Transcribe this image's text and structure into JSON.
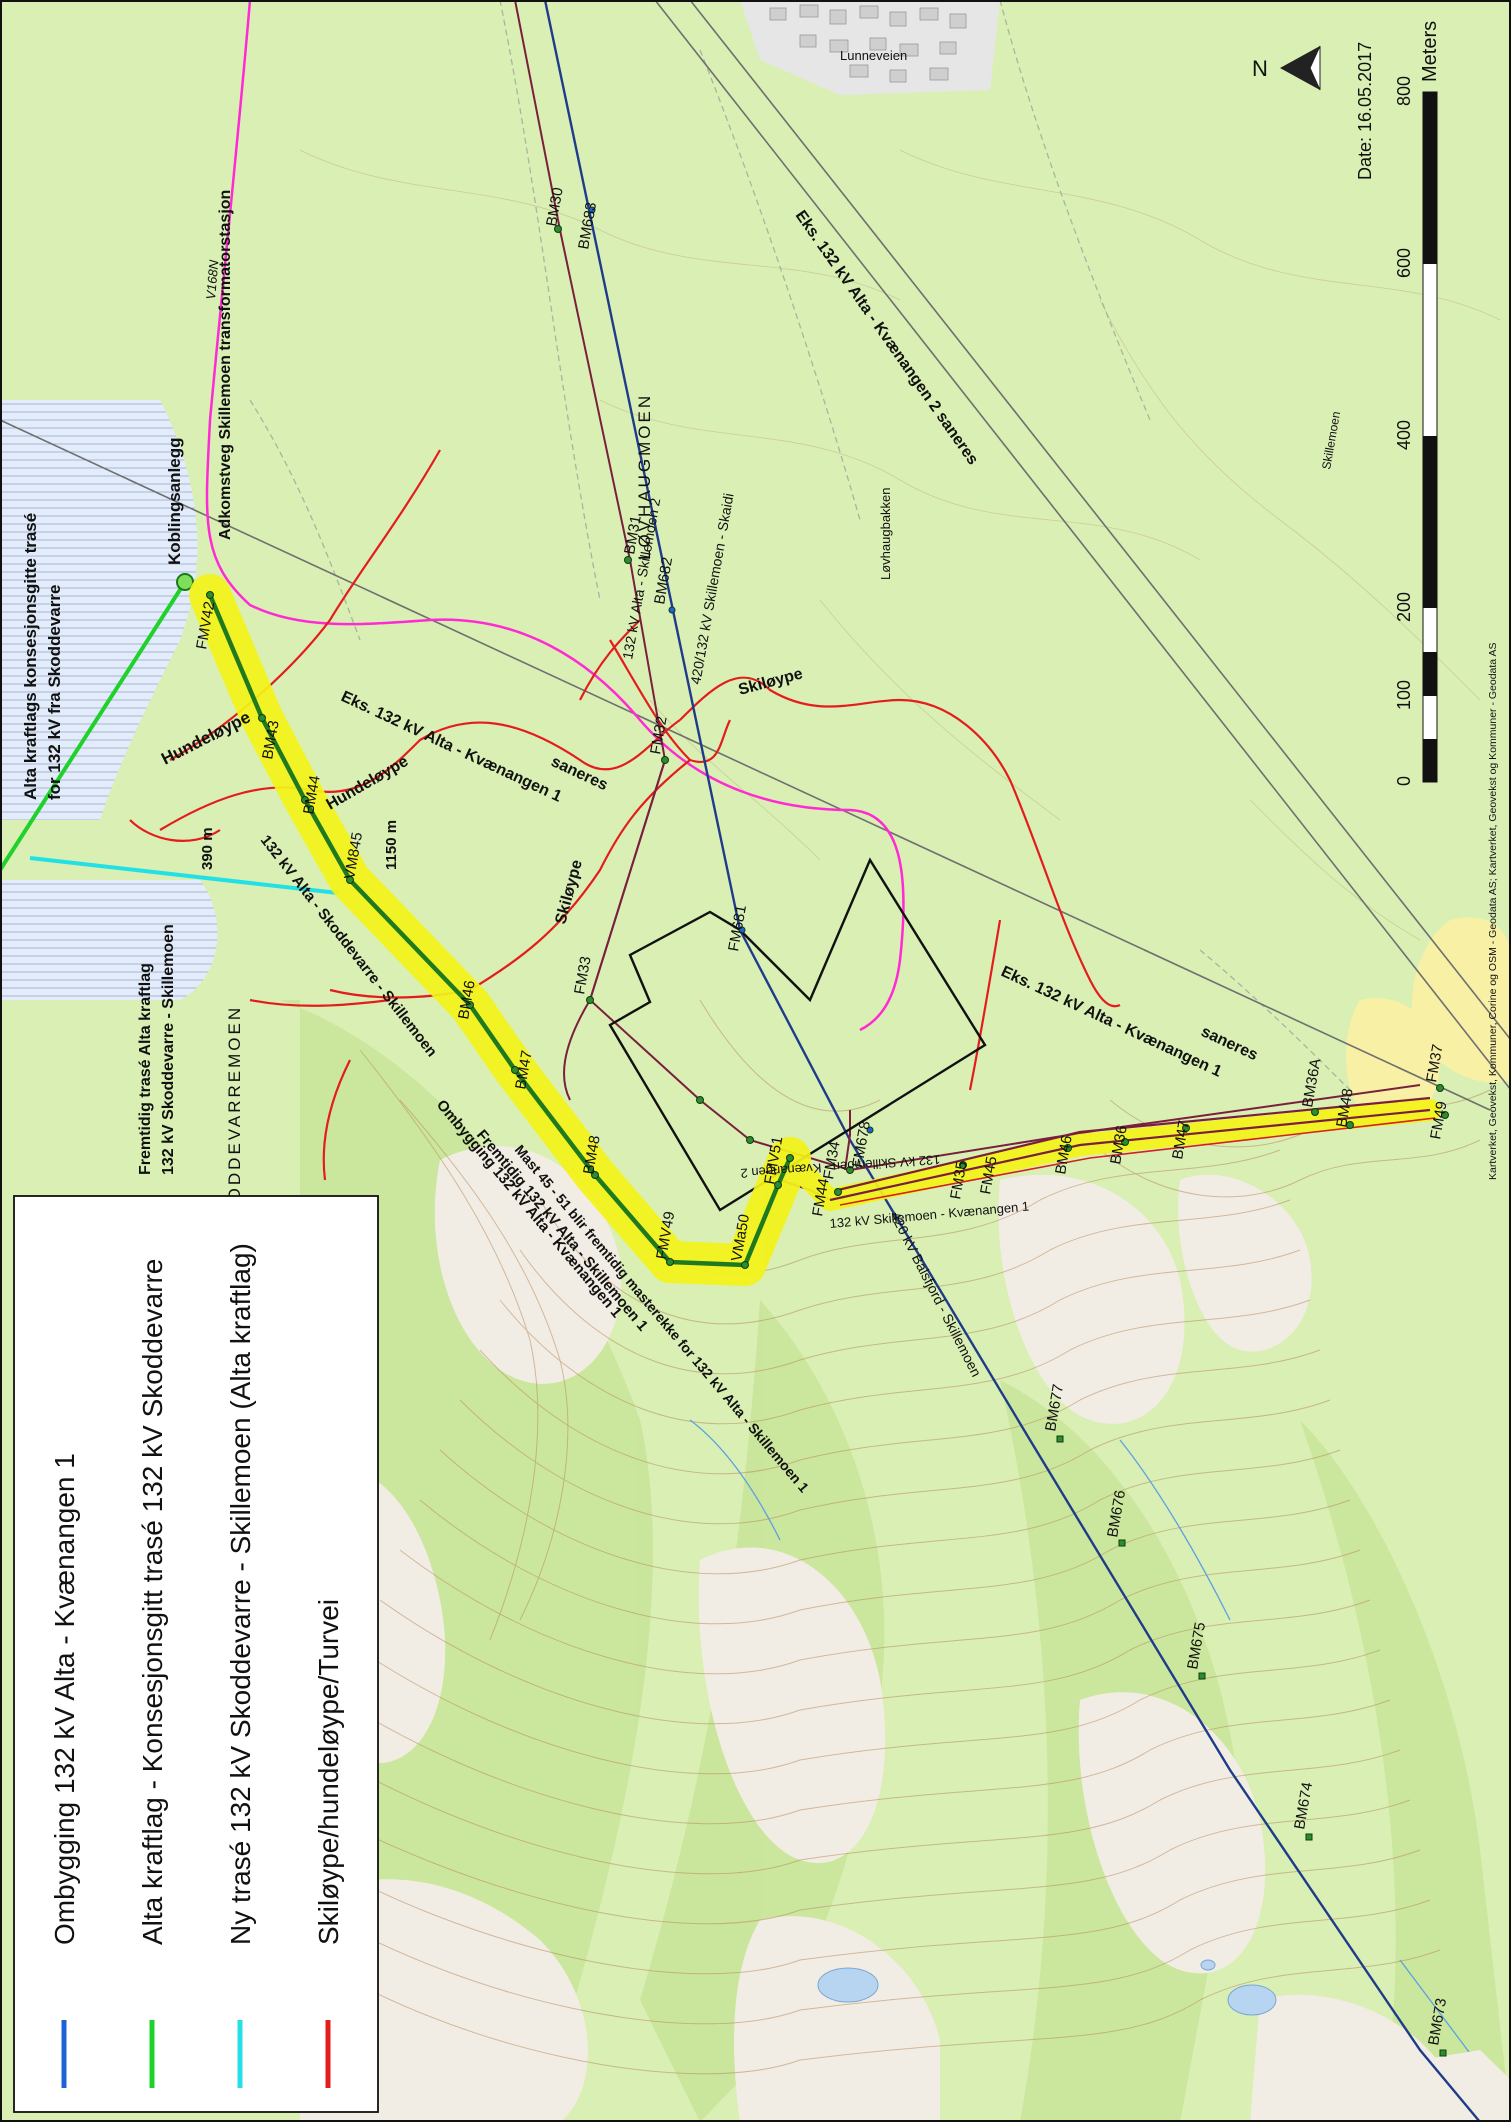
{
  "colors": {
    "land": "#d9efb4",
    "forest": "#cfe9a0",
    "bare": "#f1ece3",
    "water": "#b7d5f0",
    "marsh": "#dde8f7",
    "contour": "#b88c60",
    "ombygging": "#1e63d6",
    "alta": "#1fd12a",
    "nytrase": "#22e0e6",
    "ski": "#e31d1d",
    "line420": "#1f3c8a",
    "line132": "#7a1f3d",
    "road": "#ff2ad4",
    "highlight": "#f4f318",
    "route_dark_green": "#1f7a1f",
    "black": "#111111"
  },
  "legend": {
    "items": [
      {
        "label": "Ombygging 132 kV Alta - Kvænangen 1",
        "color": "#1e63d6"
      },
      {
        "label": "Alta kraftlag - Konsesjonsgitt trasé 132 kV Skoddevarre",
        "color": "#1fd12a"
      },
      {
        "label": "Ny trasé 132 kV Skoddevarre - Skillemoen (Alta kraftlag)",
        "color": "#22e0e6"
      },
      {
        "label": "Skiløype/hundeløype/Turvei",
        "color": "#e31d1d"
      }
    ]
  },
  "north_arrow": {
    "label": "N"
  },
  "date_text": "Date: 16.05.2017",
  "scale_bar": {
    "unit": "Meters",
    "ticks": [
      "0",
      "100",
      "200",
      "400",
      "600",
      "800"
    ]
  },
  "credits": "Kartverket, Geovekst, Kommuner, Corine og OSM - Geodata AS; Kartverket, Geovekst og Kommuner - Geodata AS",
  "place_names": {
    "lunneveien": "Lunneveien",
    "lovhaugmoen": "LØVHAUGMOEN",
    "lovhaugbakken": "Løvhaugbakken",
    "skoddevarremoen": "SKODDEVARREMOEN",
    "rv": "V168N",
    "sletten": "Skillemoen"
  },
  "annotations": {
    "koblingsanlegg": "Koblingsanlegg",
    "adkomstveg": "Adkomstveg Skillemoen transformatorstasjon",
    "alta_traseconc_1": "Alta kraftlags konsesjonsgitte trasé",
    "alta_traseconc_2": "for 132 kV fra Skoddevarre",
    "fremtidig_1": "Fremtidig trasé Alta kraftlag",
    "fremtidig_2": "132 kV Skoddevarre - Skillemoen",
    "hundeloype_1": "Hundeløype",
    "hundeloype_2": "Hundeløype",
    "skiloype_1": "Skiløype",
    "skiloype_2": "Skiløype",
    "dist_390": "390 m",
    "dist_1150": "1150 m",
    "eks_kv2": "Eks. 132 kV Alta - Kvænangen 2 saneres",
    "eks_kv1_a": "Eks. 132 kV Alta - Kvænangen 1",
    "eks_kv1_a2": "saneres",
    "eks_kv1_b": "Eks. 132 kV Alta - Kvænangen 1",
    "eks_kv1_b2": "saneres",
    "ombygging_1": "Ombygging 132 kV Alta - Kvænangen 1",
    "ombygging_2": "Fremtidig 132 kV Alta - Skillemoen 1",
    "ombygging_3": "Mast 45 - 51 blir fremtidig masterekke for 132 kV Alta - Skillemoen 1",
    "alta_skoddevarre_label": "132 kV Alta - Skoddevarre - Skillemoen",
    "line_alta_skill2": "132 kV Alta - Skillemoen 2",
    "line_420_132": "420/132 kV Skillemoen - Skaidi",
    "line_420_bals": "420 kV Balsfjord - Skillemoen",
    "line_skill_kv2": "132 kV Skillemoen - Kvænangen 2",
    "line_skill_kv1": "132 kV Skillemoen - Kvænangen 1"
  },
  "points": {
    "BM30": "BM30",
    "BM683": "BM683",
    "BM31": "BM31",
    "BM682": "BM682",
    "FM32": "FM32",
    "FM681": "FM681",
    "FM33": "FM33",
    "FMV42": "FMV42",
    "BM43": "BM43",
    "BM44": "BM44",
    "VM845": "VM845",
    "BM46": "BM46",
    "BM47": "BM47",
    "BM48a": "BM48",
    "FMV49": "FMV49",
    "VMa50": "VMa50",
    "FMV51": "FMV51",
    "FM34": "FM34",
    "FM678": "FM678",
    "FM44": "FM44",
    "FM35": "FM35",
    "FM45": "FM45",
    "BM46b": "BM46",
    "BM36": "BM36",
    "BM47b": "BM47",
    "BM36A": "BM36A",
    "BM48b": "BM48",
    "FM37": "FM37",
    "FM49": "FM49",
    "BM677": "BM677",
    "BM676": "BM676",
    "BM675": "BM675",
    "BM674": "BM674",
    "BM673": "BM673"
  }
}
